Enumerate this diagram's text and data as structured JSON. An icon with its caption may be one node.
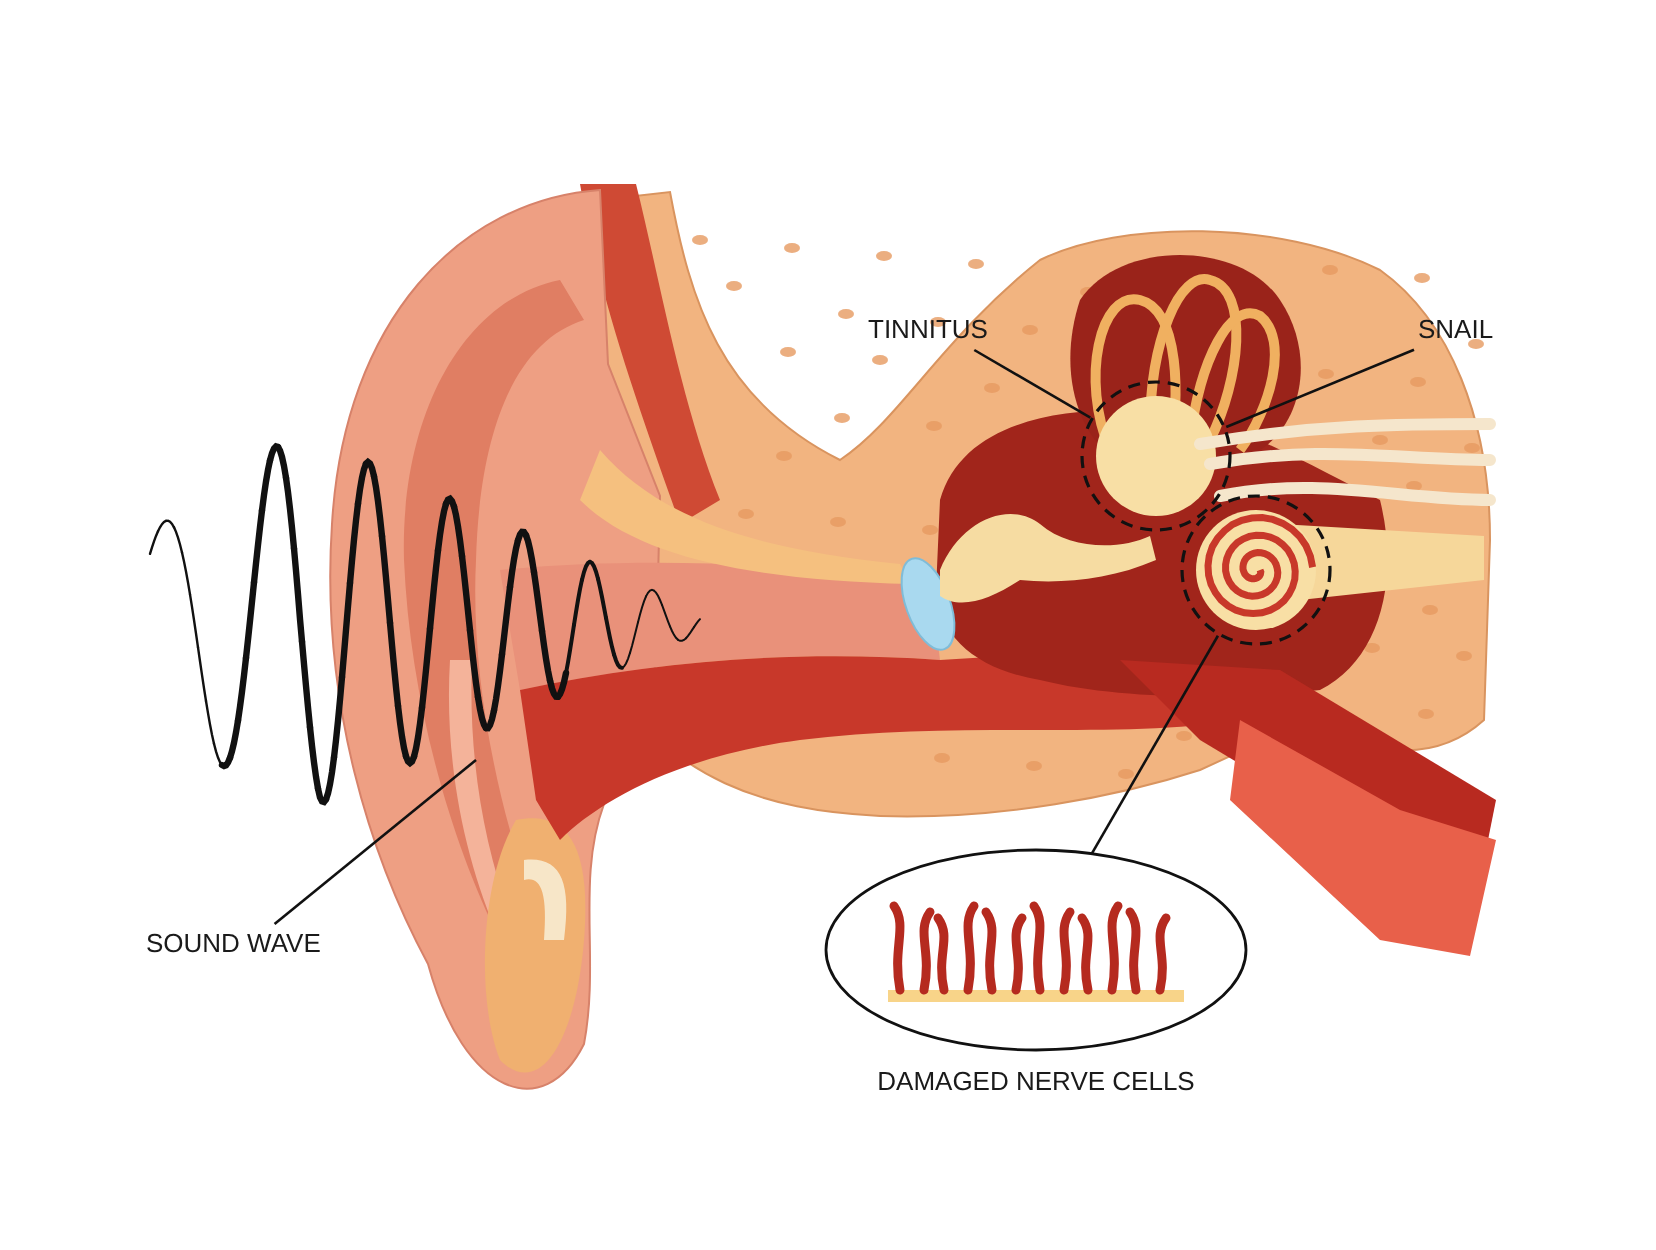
{
  "diagram": {
    "nodes": [
      {
        "text": [
          "TINNITUS"
        ]
      },
      {
        "text": [
          "SNAIL"
        ]
      },
      {
        "text": [],
        "shape": "circle"
      },
      {
        "text": [],
        "shape": "circle"
      },
      {
        "text": [],
        "shape": "picture"
      },
      {
        "text": [
          "SOUND WAVE"
        ]
      },
      {
        "text": [
          "DAMAGED NERVE CELLS"
        ]
      }
    ],
    "edges": [
      {
        "from": 0,
        "to": 2,
        "arrow": "none"
      },
      {
        "from": 1,
        "to": 2,
        "arrow": "none"
      },
      {
        "from": 5,
        "to": 4,
        "arrow": "none"
      },
      {
        "from": 6,
        "to": 3,
        "arrow": "none"
      }
    ]
  }
}
